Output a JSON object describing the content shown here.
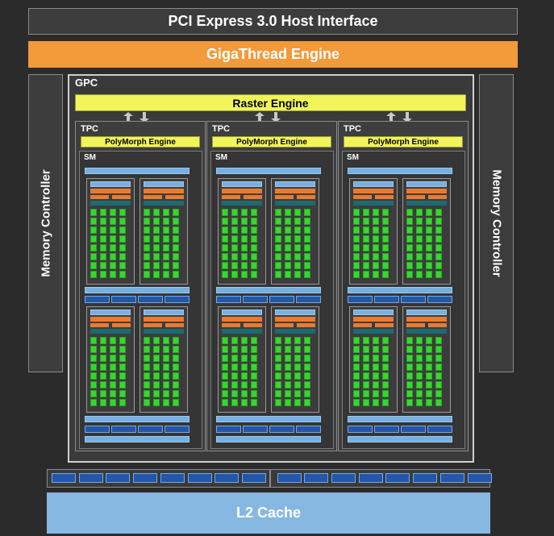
{
  "pcie": {
    "label": "PCI Express 3.0 Host Interface"
  },
  "gigathread": {
    "label": "GigaThread Engine"
  },
  "memory_controller_left": {
    "label": "Memory Controller"
  },
  "memory_controller_right": {
    "label": "Memory Controller"
  },
  "gpc": {
    "label": "GPC",
    "raster_engine": "Raster Engine",
    "tpcs": [
      {
        "label": "TPC",
        "polymorph": "PolyMorph Engine",
        "sm_label": "SM"
      },
      {
        "label": "TPC",
        "polymorph": "PolyMorph Engine",
        "sm_label": "SM"
      },
      {
        "label": "TPC",
        "polymorph": "PolyMorph Engine",
        "sm_label": "SM"
      }
    ]
  },
  "l2": {
    "label": "L2 Cache"
  },
  "colors": {
    "background": "#2b2b2b",
    "gigathread": "#f39a3b",
    "raster": "#f2f55a",
    "core": "#39d631",
    "l2": "#86b8e2",
    "dark_blue_unit": "#2357a8",
    "orange_unit": "#ec7a2e"
  },
  "icons": [
    "double-arrow-icon"
  ]
}
